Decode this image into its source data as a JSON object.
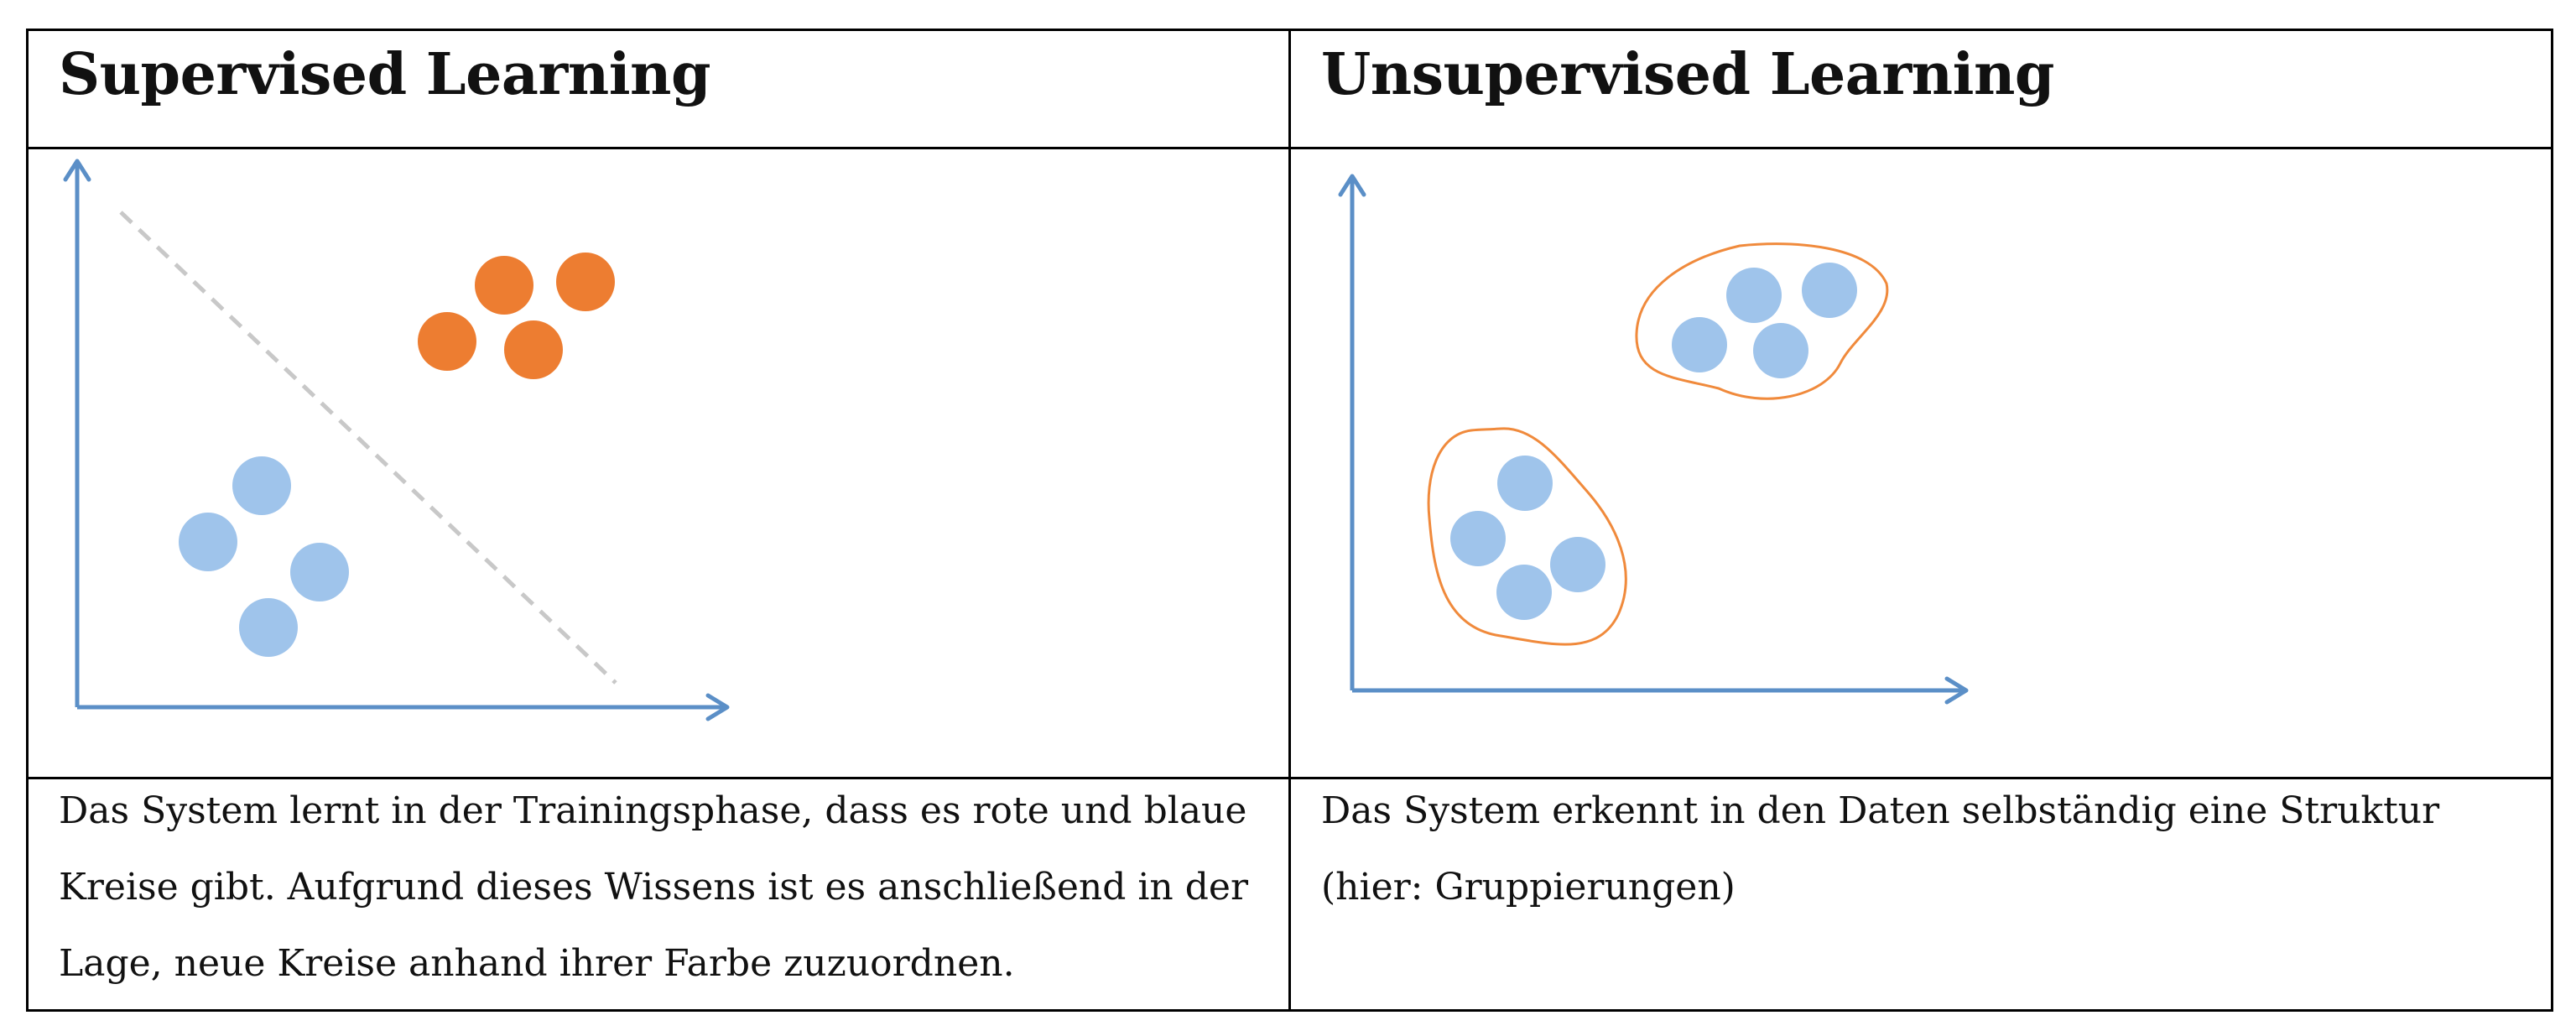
{
  "supervised": {
    "title": "Supervised Learning",
    "description": "Das System lernt in der Trainingsphase, dass es rote und blaue Kreise gibt. Aufgrund dieses Wissens ist es anschließend in der Lage, neue Kreise anhand ihrer Farbe zuzuordnen.",
    "classes": [
      {
        "color_name": "orange",
        "count": 4
      },
      {
        "color_name": "blue",
        "count": 4
      }
    ],
    "has_decision_boundary": true
  },
  "unsupervised": {
    "title": "Unsupervised Learning",
    "description": "Das System erkennt in den Daten selbständig eine Struktur (hier: Gruppierungen)",
    "clusters": [
      {
        "points": 4
      },
      {
        "points": 4
      }
    ]
  },
  "colors": {
    "axis": "#5b8fc7",
    "point_blue": "#9fc4eb",
    "point_orange": "#ed7d31",
    "cluster_outline": "#f08a3c",
    "boundary": "#c8c8c8",
    "border": "#000000"
  },
  "icons": [
    "axis-arrow-icon"
  ]
}
